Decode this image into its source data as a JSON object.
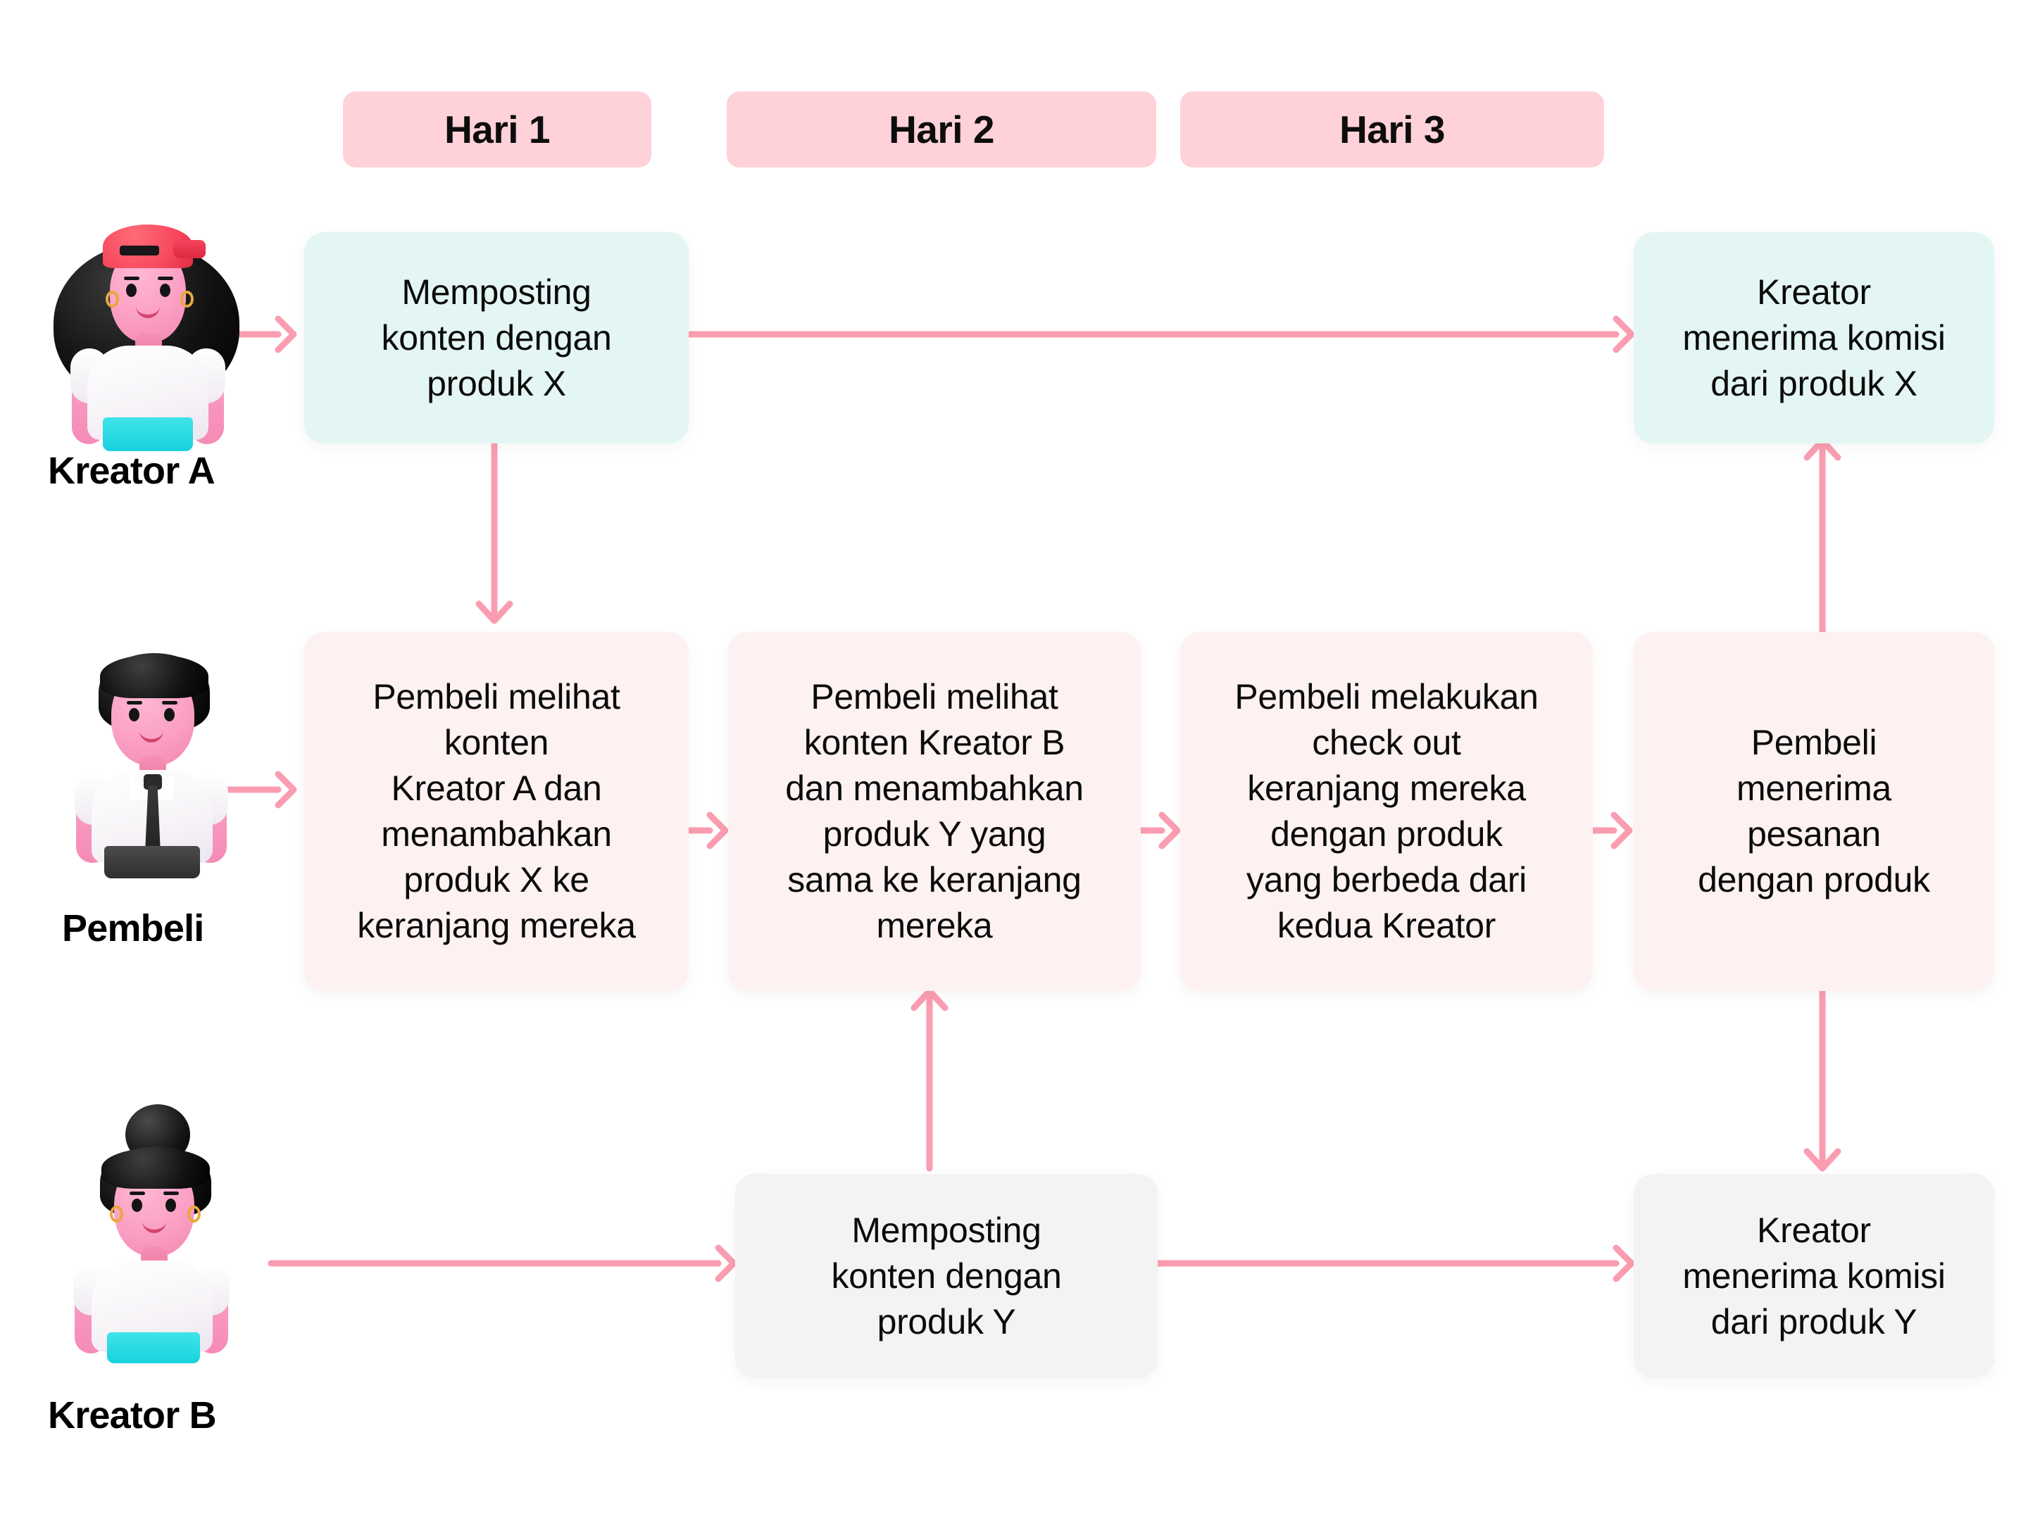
{
  "timeline": {
    "days": [
      {
        "label": "Hari 1"
      },
      {
        "label": "Hari 2"
      },
      {
        "label": "Hari 3"
      }
    ]
  },
  "colors": {
    "arrow": "#FA9DB0",
    "day_pill": "#FFD1D9",
    "creator_a_box": "#E4F6F3",
    "buyer_box": "#FDF1F1",
    "creator_b_box": "#F3F3F3",
    "text": "#0B0B0B",
    "background": "#FFFFFF"
  },
  "roles": [
    {
      "id": "kreator-a",
      "label": "Kreator A",
      "avatar": "creator-a-avatar"
    },
    {
      "id": "pembeli",
      "label": "Pembeli",
      "avatar": "buyer-avatar"
    },
    {
      "id": "kreator-b",
      "label": "Kreator B",
      "avatar": "creator-b-avatar"
    }
  ],
  "lanes": {
    "kreator_a": {
      "nodes": [
        {
          "id": "a1",
          "text": "Memposting\nkonten dengan\nproduk X",
          "day": "Hari 1"
        },
        {
          "id": "a2",
          "text": "Kreator\nmenerima komisi\ndari produk X",
          "day": "Hari 3"
        }
      ]
    },
    "pembeli": {
      "nodes": [
        {
          "id": "b1",
          "text": "Pembeli melihat\nkonten\nKreator A dan\nmenambahkan\nproduk X ke\nkeranjang mereka",
          "day": "Hari 1"
        },
        {
          "id": "b2",
          "text": "Pembeli melihat\nkonten Kreator B\ndan menambahkan\nproduk Y yang\nsama ke keranjang\nmereka",
          "day": "Hari 2"
        },
        {
          "id": "b3",
          "text": "Pembeli melakukan\ncheck out\nkeranjang mereka\ndengan produk\nyang berbeda dari\nkedua Kreator",
          "day": "Hari 3"
        },
        {
          "id": "b4",
          "text": "Pembeli\nmenerima\npesanan\ndengan produk",
          "day": "Hari 3"
        }
      ]
    },
    "kreator_b": {
      "nodes": [
        {
          "id": "c1",
          "text": "Memposting\nkonten dengan\nproduk Y",
          "day": "Hari 2"
        },
        {
          "id": "c2",
          "text": "Kreator\nmenerima komisi\ndari produk Y",
          "day": "Hari 3"
        }
      ]
    }
  },
  "connections": [
    {
      "from": "kreator-a-avatar",
      "to": "a1",
      "direction": "right"
    },
    {
      "from": "a1",
      "to": "a2",
      "direction": "right"
    },
    {
      "from": "a1",
      "to": "b1",
      "direction": "down"
    },
    {
      "from": "pembeli-avatar",
      "to": "b1",
      "direction": "right"
    },
    {
      "from": "b1",
      "to": "b2",
      "direction": "right"
    },
    {
      "from": "b2",
      "to": "b3",
      "direction": "right"
    },
    {
      "from": "b3",
      "to": "b4",
      "direction": "right"
    },
    {
      "from": "b4",
      "to": "a2",
      "direction": "up"
    },
    {
      "from": "b4",
      "to": "c2",
      "direction": "down"
    },
    {
      "from": "kreator-b-avatar",
      "to": "c1",
      "direction": "right"
    },
    {
      "from": "c1",
      "to": "b2",
      "direction": "up"
    },
    {
      "from": "c1",
      "to": "c2",
      "direction": "right"
    }
  ]
}
